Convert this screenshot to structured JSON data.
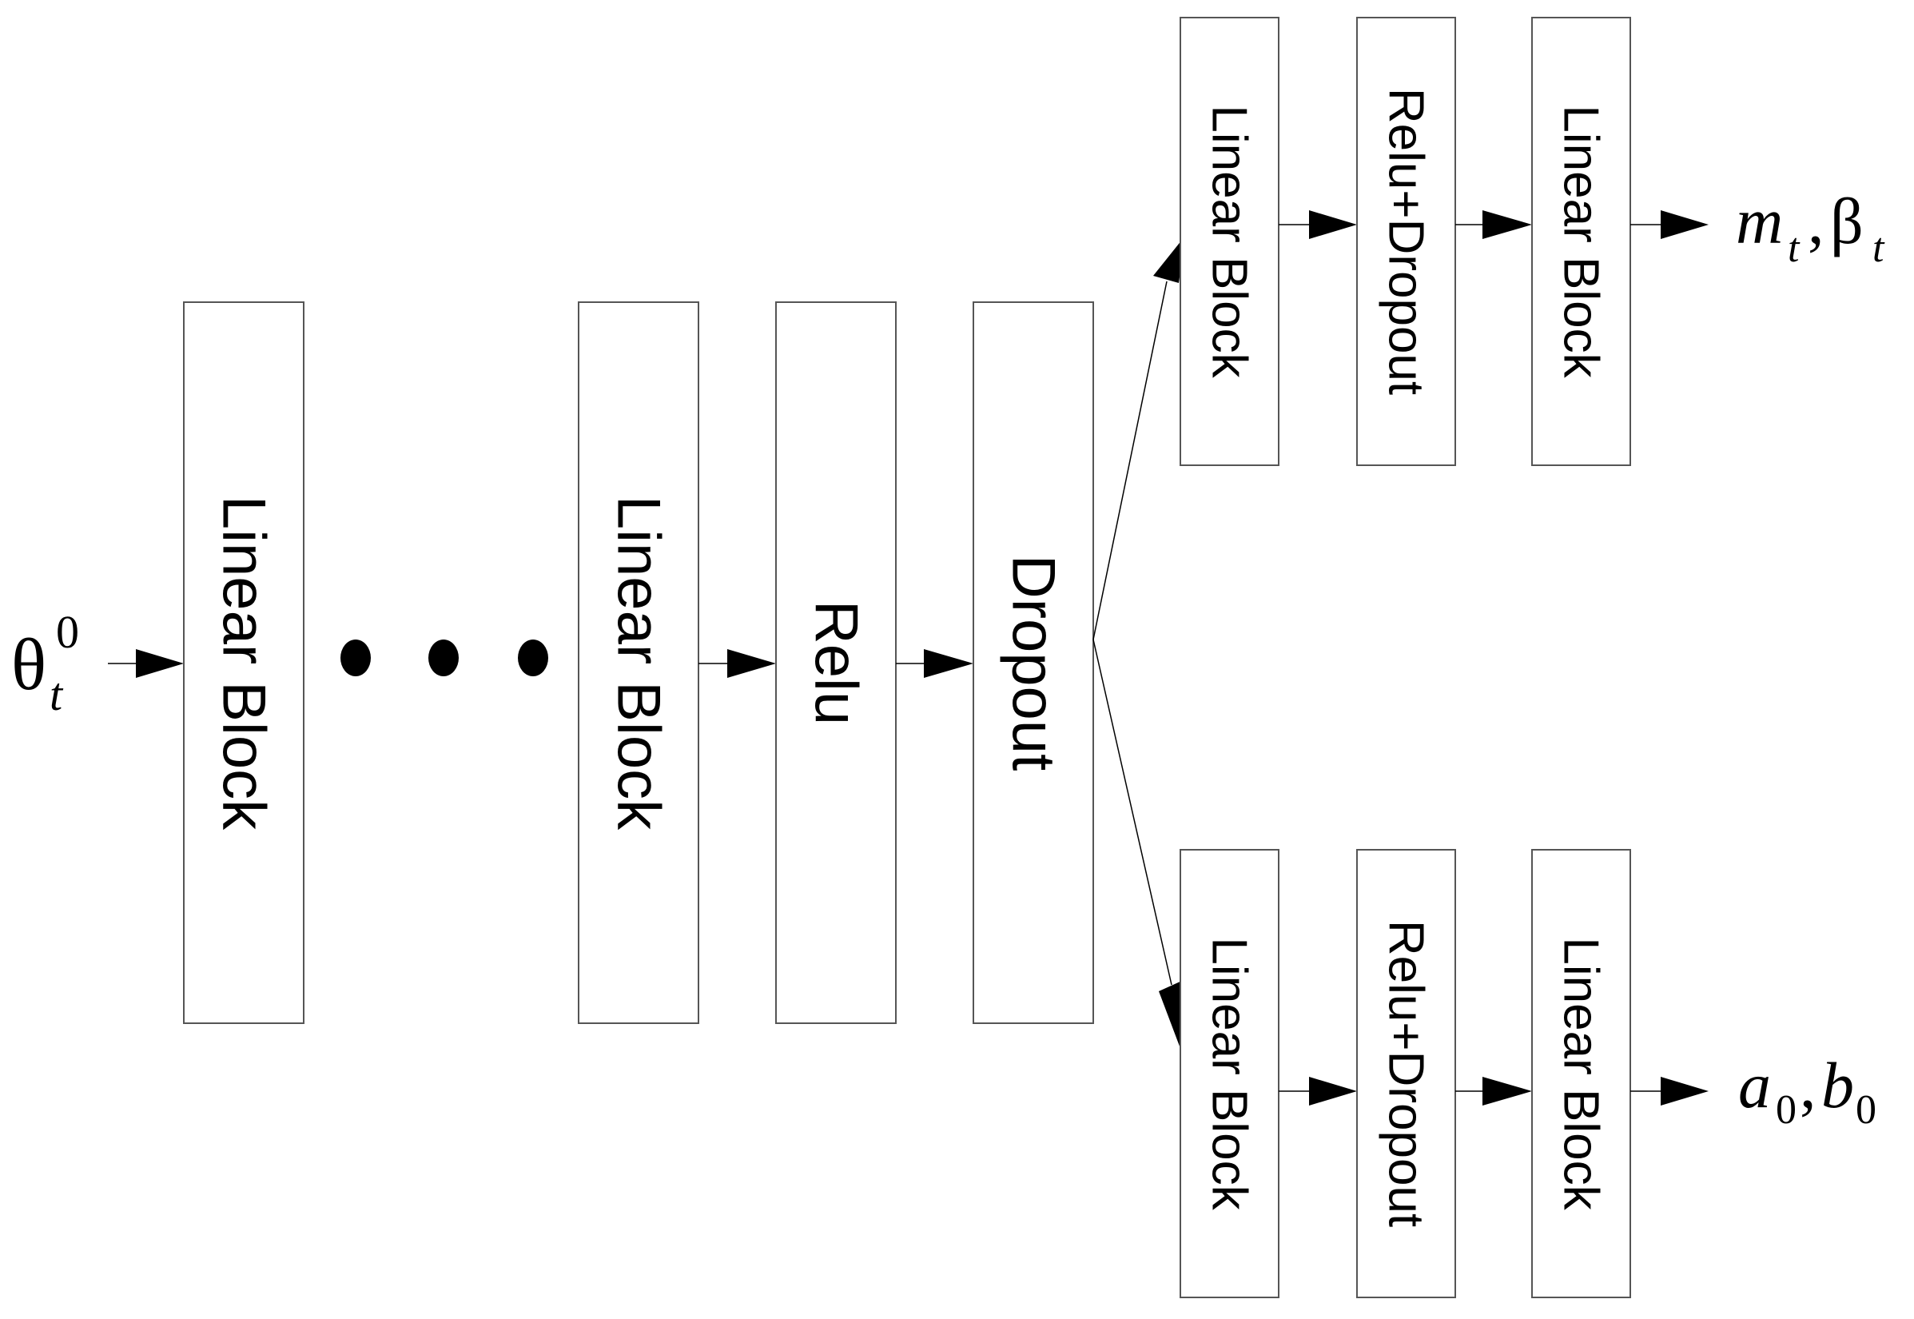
{
  "input_label": {
    "symbol": "θ",
    "superscript": "0",
    "subscript": "t"
  },
  "trunk": {
    "first_block": "Linear Block",
    "ellipsis": "• • •",
    "last_block": "Linear Block",
    "activation": "Relu",
    "dropout": "Dropout"
  },
  "upper_branch": {
    "blocks": [
      "Linear Block",
      "Relu+Dropout",
      "Linear Block"
    ],
    "output": {
      "part1": "m",
      "sub1": "t",
      "separator": ",",
      "part2": "β",
      "sub2": "t"
    }
  },
  "lower_branch": {
    "blocks": [
      "Linear Block",
      "Relu+Dropout",
      "Linear Block"
    ],
    "output": {
      "part1": "a",
      "sub1": "0",
      "separator": ",",
      "part2": "b",
      "sub2": "0"
    }
  }
}
